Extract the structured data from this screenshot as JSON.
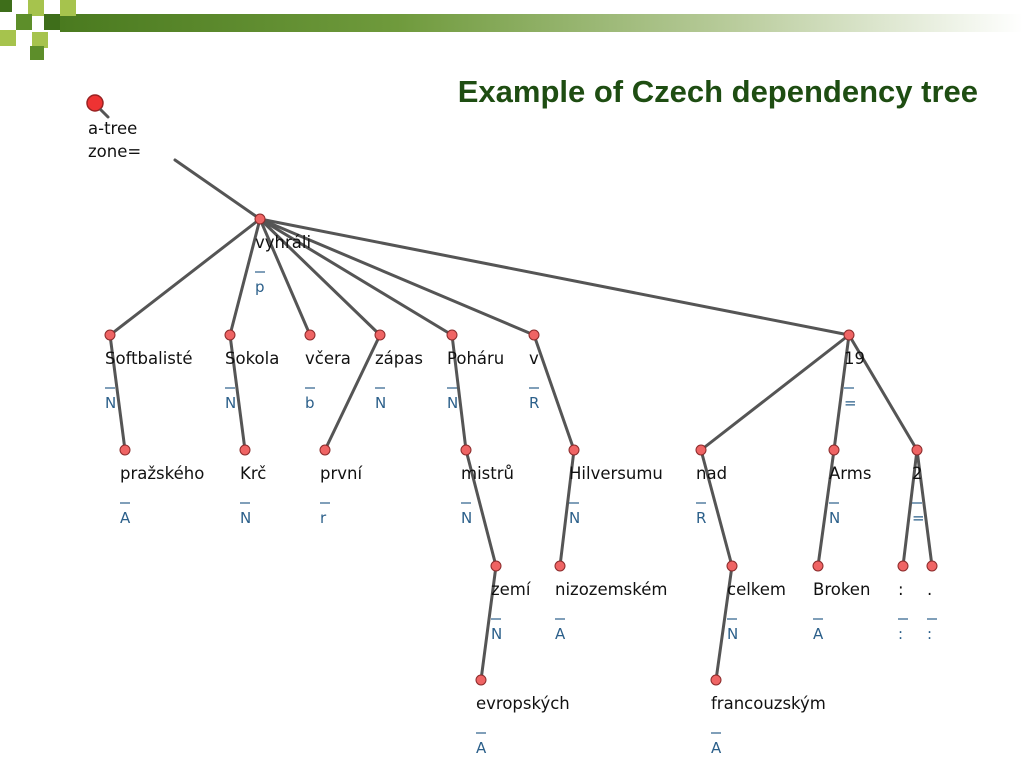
{
  "slide": {
    "title": "Example of Czech dependency tree",
    "colors": {
      "title": "#1e4d12",
      "node": "#ef6464",
      "edge": "#555555",
      "tag": "#2b5f8a"
    }
  },
  "tree": {
    "root_label": [
      "a-tree",
      "zone="
    ],
    "nodes": [
      {
        "id": "vyhrali",
        "form": "vyhráli",
        "tag": "p",
        "parent": "root"
      },
      {
        "id": "softbaliste",
        "form": "Softbalisté",
        "tag": "N",
        "parent": "vyhrali"
      },
      {
        "id": "sokola",
        "form": "Sokola",
        "tag": "N",
        "parent": "vyhrali"
      },
      {
        "id": "vcera",
        "form": "včera",
        "tag": "b",
        "parent": "vyhrali"
      },
      {
        "id": "zapas",
        "form": "zápas",
        "tag": "N",
        "parent": "vyhrali"
      },
      {
        "id": "poharu",
        "form": "Poháru",
        "tag": "N",
        "parent": "vyhrali"
      },
      {
        "id": "v",
        "form": "v",
        "tag": "R",
        "parent": "vyhrali"
      },
      {
        "id": "n19",
        "form": "19",
        "tag": "=",
        "parent": "vyhrali"
      },
      {
        "id": "prazskeho",
        "form": "pražského",
        "tag": "A",
        "parent": "softbaliste"
      },
      {
        "id": "krc",
        "form": "Krč",
        "tag": "N",
        "parent": "sokola"
      },
      {
        "id": "prvni",
        "form": "první",
        "tag": "r",
        "parent": "zapas"
      },
      {
        "id": "mistru",
        "form": "mistrů",
        "tag": "N",
        "parent": "poharu"
      },
      {
        "id": "hilversumu",
        "form": "Hilversumu",
        "tag": "N",
        "parent": "v"
      },
      {
        "id": "nad",
        "form": "nad",
        "tag": "R",
        "parent": "n19"
      },
      {
        "id": "arms",
        "form": "Arms",
        "tag": "N",
        "parent": "n19"
      },
      {
        "id": "n2",
        "form": "2",
        "tag": "=",
        "parent": "n19"
      },
      {
        "id": "zemi",
        "form": "zemí",
        "tag": "N",
        "parent": "mistru"
      },
      {
        "id": "nizozemskem",
        "form": "nizozemském",
        "tag": "A",
        "parent": "hilversumu"
      },
      {
        "id": "celkem",
        "form": "celkem",
        "tag": "N",
        "parent": "nad"
      },
      {
        "id": "broken",
        "form": "Broken",
        "tag": "A",
        "parent": "arms"
      },
      {
        "id": "colon",
        "form": ":",
        "tag": ":",
        "parent": "n2"
      },
      {
        "id": "period",
        "form": ".",
        "tag": ":",
        "parent": "n2"
      },
      {
        "id": "evropskych",
        "form": "evropských",
        "tag": "A",
        "parent": "zemi"
      },
      {
        "id": "francouzskym",
        "form": "francouzským",
        "tag": "A",
        "parent": "celkem"
      }
    ]
  }
}
